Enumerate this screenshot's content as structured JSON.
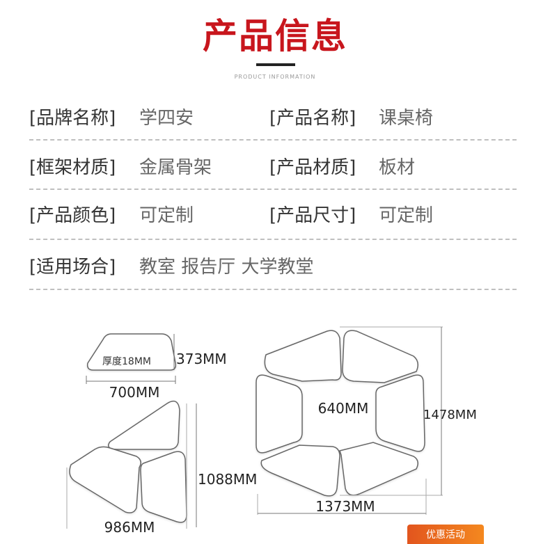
{
  "header": {
    "title": "产品信息",
    "subtitle": "PRODUCT INFORMATION"
  },
  "specs": [
    {
      "label1": "[品牌名称]",
      "value1": "学四安",
      "label2": "[产品名称]",
      "value2": "课桌椅"
    },
    {
      "label1": "[框架材质]",
      "value1": "金属骨架",
      "label2": "[产品材质]",
      "value2": "板材"
    },
    {
      "label1": "[产品颜色]",
      "value1": "可定制",
      "label2": "[产品尺寸]",
      "value2": "可定制"
    },
    {
      "label1": "[适用场合]",
      "value1": "教室 报告厅 大学教堂"
    }
  ],
  "diagram": {
    "piece_thickness": "厚度18MM",
    "piece_height": "373MM",
    "piece_width": "700MM",
    "triangle_height": "1088MM",
    "triangle_width": "986MM",
    "hexagon_inner": "640MM",
    "hexagon_height": "1478MM",
    "hexagon_width": "1373MM"
  },
  "promo": {
    "label": "优惠活动"
  },
  "colors": {
    "title": "#c8161d",
    "label": "#333333",
    "value": "#666666",
    "promo": "#ec6a1f"
  }
}
